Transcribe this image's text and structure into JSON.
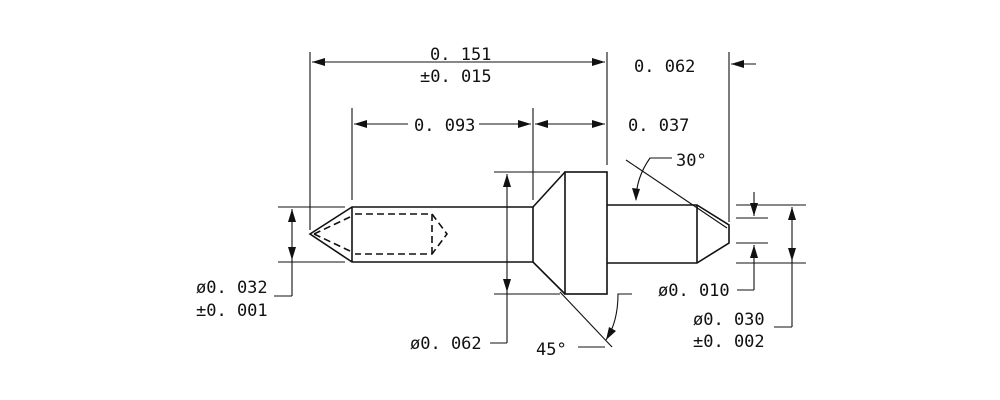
{
  "dimensions": {
    "overall_length": "0. 151",
    "overall_tolerance": "±0. 015",
    "tip_length": "0. 062",
    "tail_length": "0. 093",
    "shoulder_length": "0. 037",
    "tip_angle": "30°",
    "chamfer_angle": "45°",
    "tail_diameter": "ø0. 032",
    "tail_diameter_tolerance": "±0. 001",
    "collar_diameter": "ø0. 062",
    "tip_diameter": "ø0. 010",
    "pin_diameter": "ø0. 030",
    "pin_diameter_tolerance": "±0. 002"
  }
}
